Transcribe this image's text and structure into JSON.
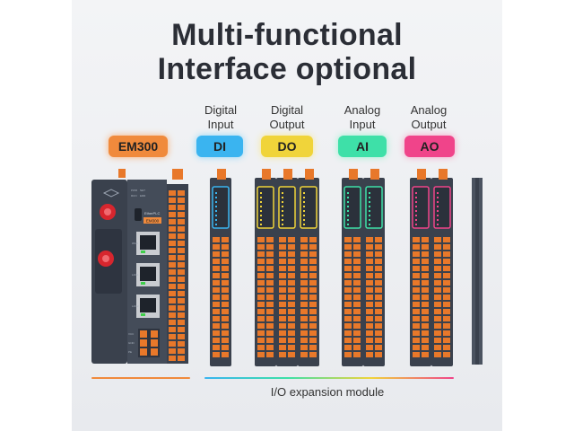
{
  "title": {
    "line1": "Multi-functional",
    "line2": "Interface optional"
  },
  "columns": [
    {
      "line1": "Digital",
      "line2": "Input"
    },
    {
      "line1": "Digital",
      "line2": "Output"
    },
    {
      "line1": "Analog",
      "line2": "Input"
    },
    {
      "line1": "Analog",
      "line2": "Output"
    }
  ],
  "badges": [
    {
      "label": "EM300",
      "color": "#f08a3c"
    },
    {
      "label": "DI",
      "color": "#3ab4f0"
    },
    {
      "label": "DO",
      "color": "#f0d43a"
    },
    {
      "label": "AI",
      "color": "#3ee0a8"
    },
    {
      "label": "AO",
      "color": "#f0448a"
    }
  ],
  "main_unit": {
    "brand": "EtherPLC",
    "model_tag": "EM300",
    "port_labels": [
      "WAN",
      "LAN1",
      "LAN2"
    ],
    "terminal_labels": [
      "VCC",
      "GND",
      "PE"
    ],
    "led_labels": [
      "PWR",
      "RUN",
      "NET",
      "ERR"
    ]
  },
  "caption": "I/O expansion module",
  "colors": {
    "accent_orange": "#f08a3c",
    "module_body": "#3a414d",
    "terminal_orange": "#e8782a"
  }
}
